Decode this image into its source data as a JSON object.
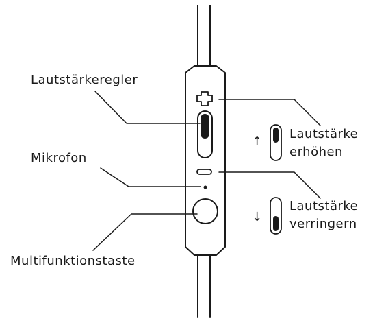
{
  "labels": {
    "volume_control": "Lautstärkeregler",
    "microphone": "Mikrofon",
    "multifunction_button": "Multifunktionstaste",
    "volume_up_line1": "Lautstärke",
    "volume_up_line2": "erhöhen",
    "volume_down_line1": "Lautstärke",
    "volume_down_line2": "verringern"
  },
  "symbols": {
    "arrow_up": "↑",
    "arrow_down": "↓"
  },
  "colors": {
    "stroke": "#1a1a1a",
    "background": "#ffffff"
  }
}
